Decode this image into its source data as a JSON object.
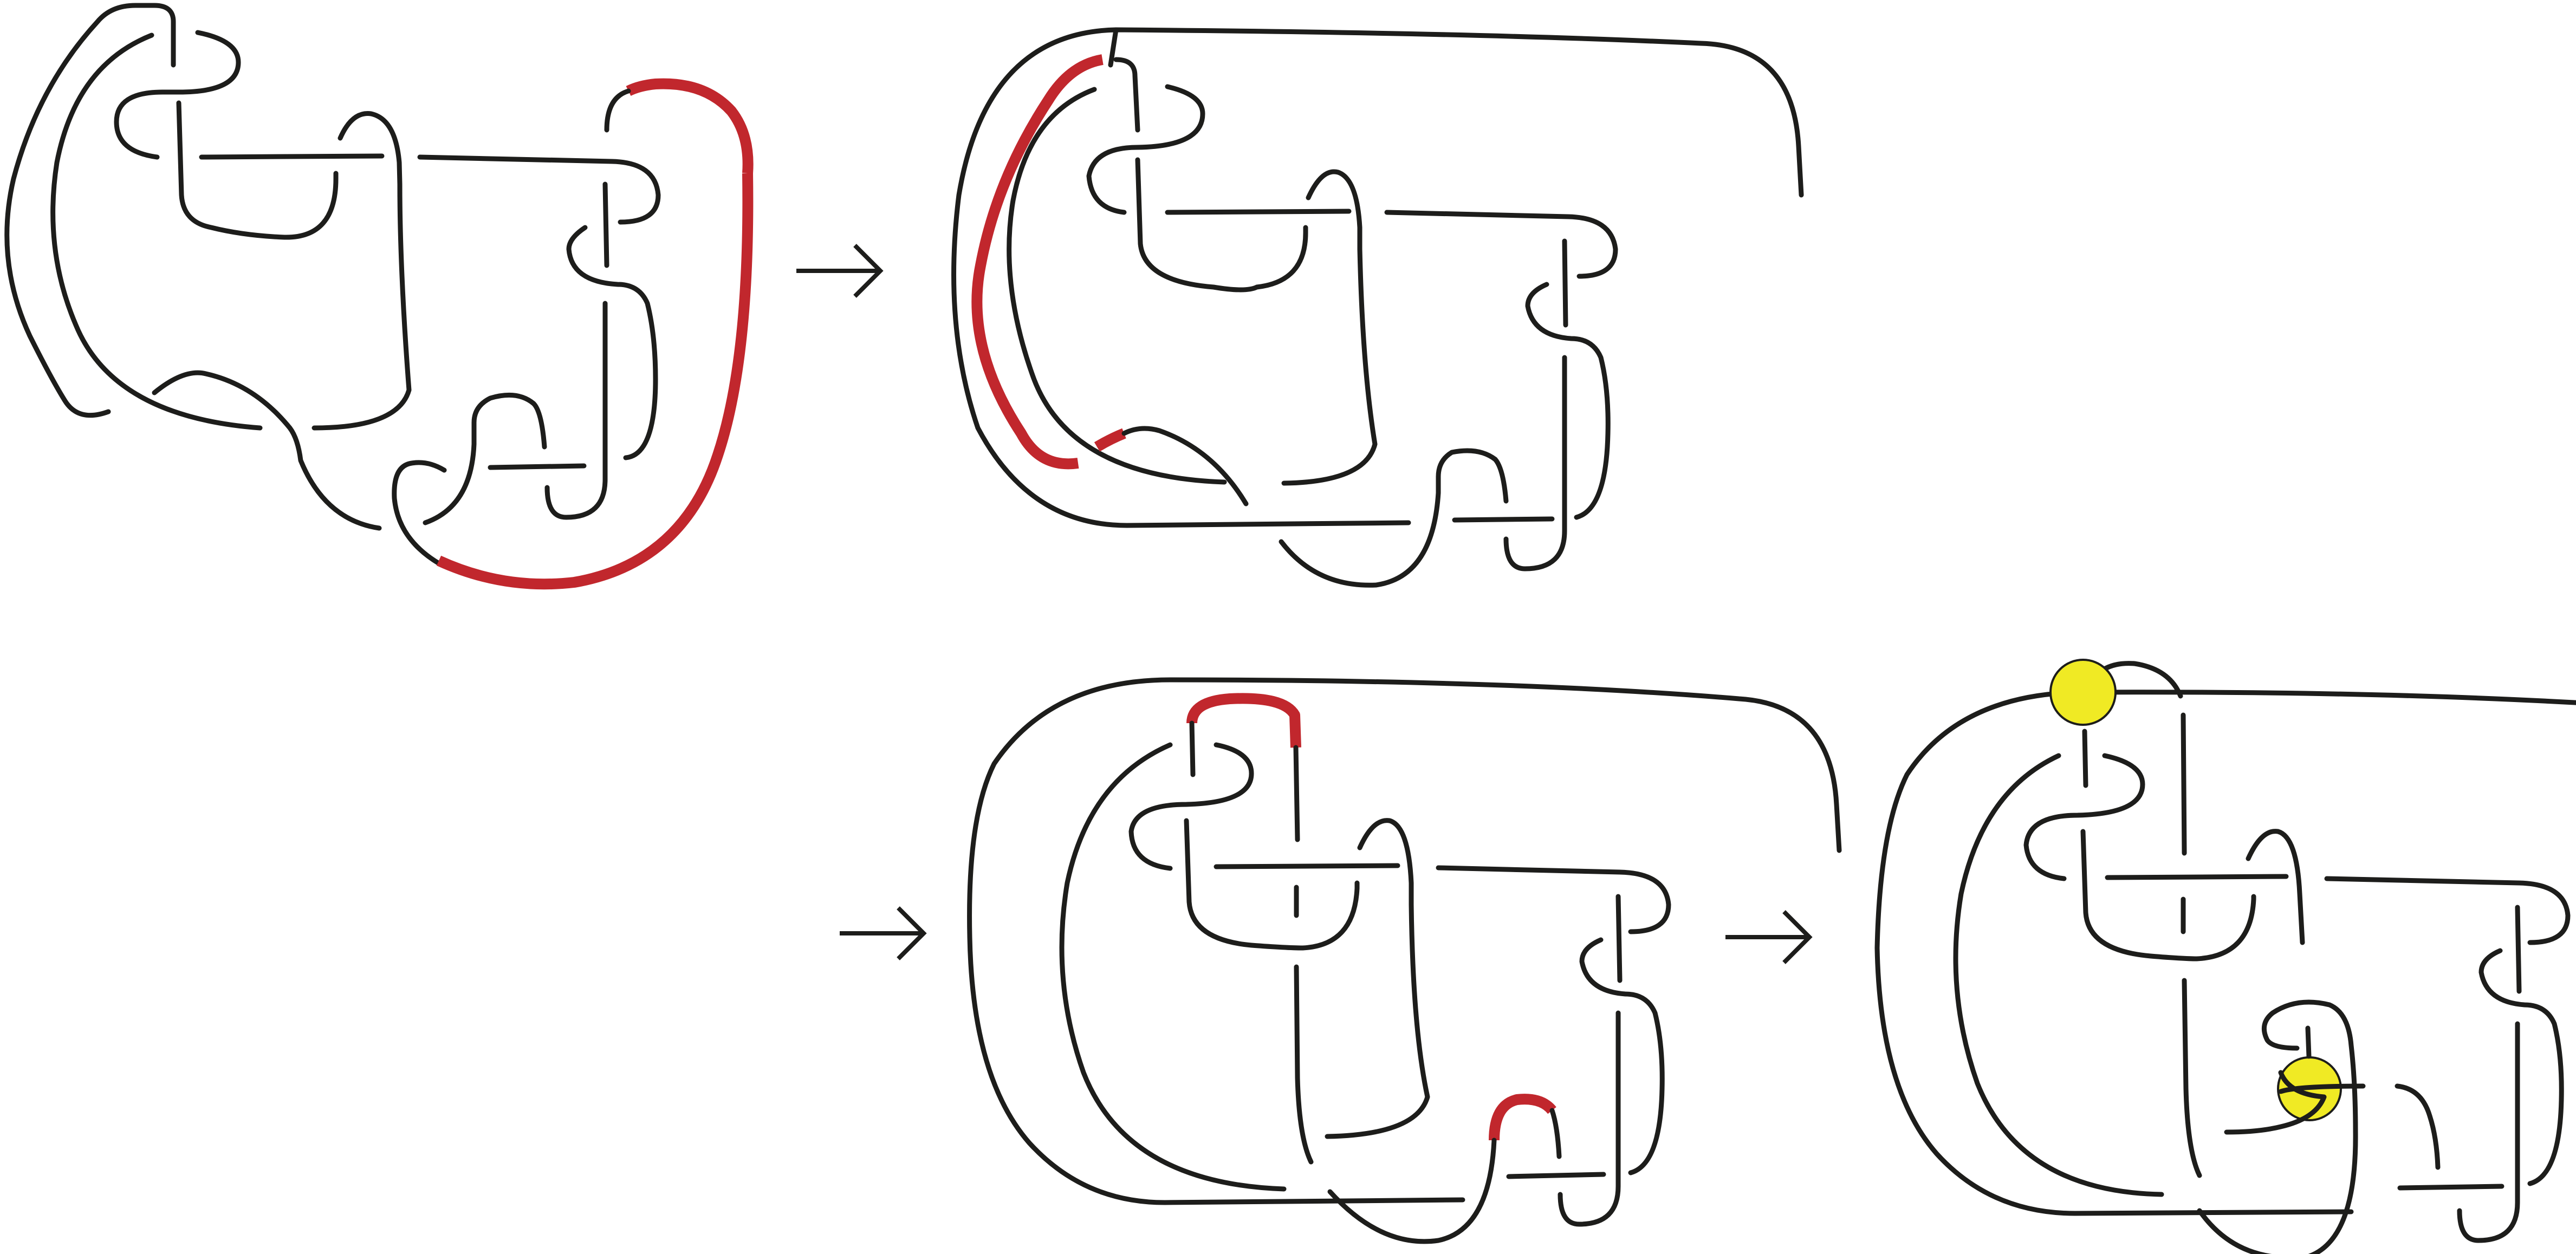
{
  "figure": {
    "description_free": true,
    "panels": [
      {
        "id": "diagram-1",
        "highlight_color": "#c1272d"
      },
      {
        "id": "diagram-2",
        "highlight_color": "#c1272d"
      },
      {
        "id": "diagram-3",
        "highlight_color": "#c1272d"
      },
      {
        "id": "diagram-4",
        "marker_color": "#f0ea24"
      }
    ],
    "arrows": [
      "arrow-1-to-2",
      "arrow-2-to-3",
      "arrow-3-to-4"
    ],
    "colors": {
      "strand": "#1d1d1b",
      "highlight": "#c1272d",
      "marker": "#f0ea24",
      "background": "#ffffff"
    }
  }
}
